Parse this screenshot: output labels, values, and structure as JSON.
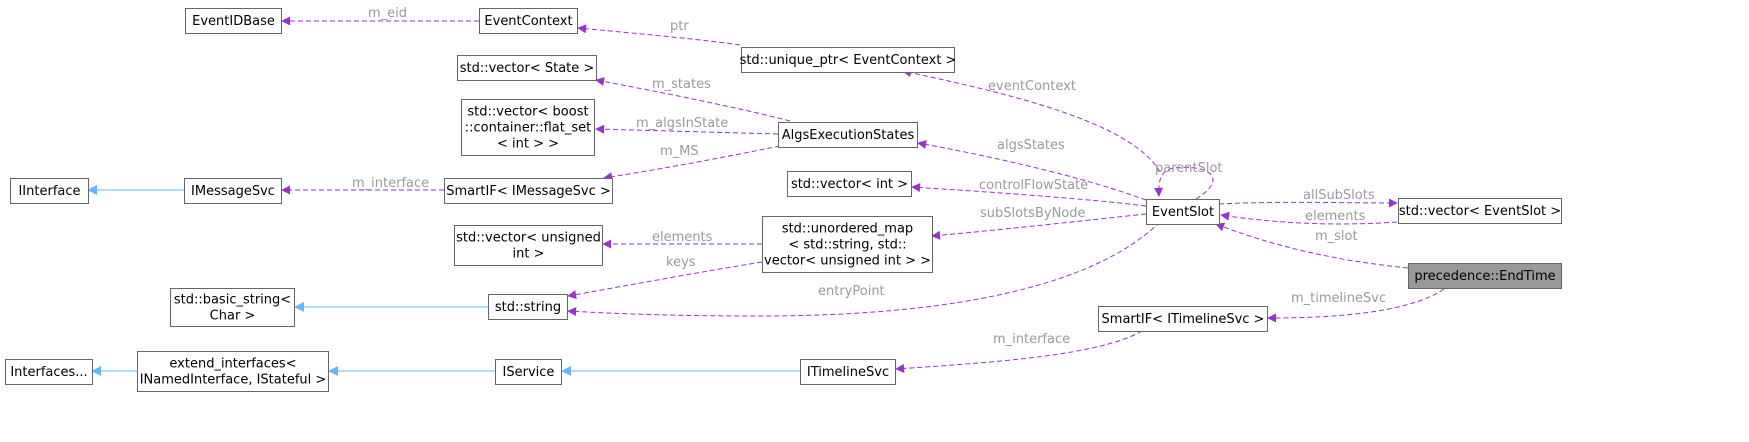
{
  "nodes": {
    "eventidbase": [
      "EventIDBase"
    ],
    "eventcontext": [
      "EventContext"
    ],
    "unique_ptr": [
      "std::unique_ptr< EventContext >"
    ],
    "vector_state": [
      "std::vector< State >"
    ],
    "vector_flatset": [
      "std::vector< boost",
      "::container::flat_set",
      "< int > >"
    ],
    "algsexec": [
      "AlgsExecutionStates"
    ],
    "iinterface": [
      "IInterface"
    ],
    "imessagesvc": [
      "IMessageSvc"
    ],
    "smartif_msg": [
      "SmartIF< IMessageSvc >"
    ],
    "vector_int": [
      "std::vector< int >"
    ],
    "eventslot": [
      "EventSlot"
    ],
    "vector_eventslot": [
      "std::vector< EventSlot >"
    ],
    "vector_uint": [
      "std::vector< unsigned",
      "int >"
    ],
    "unordered_map": [
      "std::unordered_map",
      "< std::string, std::",
      "vector< unsigned int > >"
    ],
    "endtime": [
      "precedence::EndTime"
    ],
    "basic_string": [
      "std::basic_string<",
      "Char >"
    ],
    "std_string": [
      "std::string"
    ],
    "smartif_timeline": [
      "SmartIF< ITimelineSvc >"
    ],
    "interfaces": [
      "Interfaces..."
    ],
    "extend_interfaces": [
      "extend_interfaces<",
      "INamedInterface, IStateful >"
    ],
    "iservice": [
      "IService"
    ],
    "itimelinesvc": [
      "ITimelineSvc"
    ]
  },
  "edge_labels": {
    "m_eid": "m_eid",
    "ptr": "ptr",
    "m_states": "m_states",
    "m_algsInState": "m_algsInState",
    "m_MS": "m_MS",
    "m_interface_msg": "m_interface",
    "eventContext": "eventContext",
    "algsStates": "algsStates",
    "parentSlot": "parentSlot",
    "controlFlowState": "controlFlowState",
    "allSubSlots": "allSubSlots",
    "elements_slot": "elements",
    "subSlotsByNode": "subSlotsByNode",
    "m_slot": "m_slot",
    "elements_map": "elements",
    "keys": "keys",
    "entryPoint": "entryPoint",
    "m_timelineSvc": "m_timelineSvc",
    "m_interface_timeline": "m_interface"
  },
  "colors": {
    "association_edge": "#9a32cd",
    "inheritance_edge": "#63b8ff",
    "node_border": "#666666",
    "highlight_fill": "#999999",
    "label_text": "#9a9a9a"
  }
}
